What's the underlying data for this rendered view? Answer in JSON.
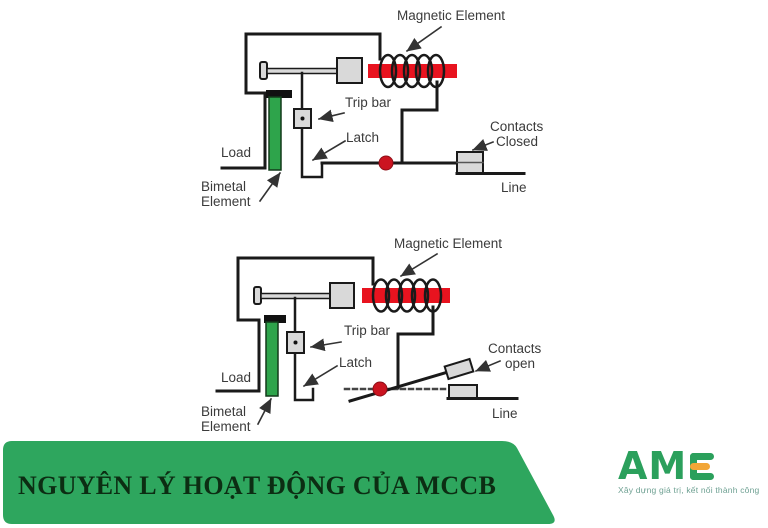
{
  "colors": {
    "wire": "#1a1a1a",
    "label_text": "#3b3b3b",
    "coil_core_red": "#e8131f",
    "pivot_red": "#cb1420",
    "bimetal_green": "#2ea44b",
    "metal_gray": "#d9d9d9",
    "cap_black": "#111111",
    "banner_green": "#2ea65e",
    "banner_text_green": "#0c2d13",
    "logo_green": "#2ba05c",
    "logo_orange": "#f2a637"
  },
  "banner": {
    "title": "NGUYÊN LÝ HOẠT ĐỘNG CỦA MCCB"
  },
  "logo": {
    "name": "AME",
    "am_part": "AM",
    "tagline": "Xây dựng giá trị, kết nối thành công"
  },
  "diagrams": [
    {
      "id": "contacts-closed-state",
      "labels": {
        "magnetic_element": "Magnetic Element",
        "trip_bar": "Trip bar",
        "latch": "Latch",
        "load": "Load",
        "bimetal_line1": "Bimetal",
        "bimetal_line2": "Element",
        "contacts_line1": "Contacts",
        "contacts_line2": "Closed",
        "line": "Line"
      }
    },
    {
      "id": "contacts-open-state",
      "labels": {
        "magnetic_element": "Magnetic Element",
        "trip_bar": "Trip bar",
        "latch": "Latch",
        "load": "Load",
        "bimetal_line1": "Bimetal",
        "bimetal_line2": "Element",
        "contacts_line1": "Contacts",
        "contacts_line2": "open",
        "line": "Line"
      }
    }
  ]
}
